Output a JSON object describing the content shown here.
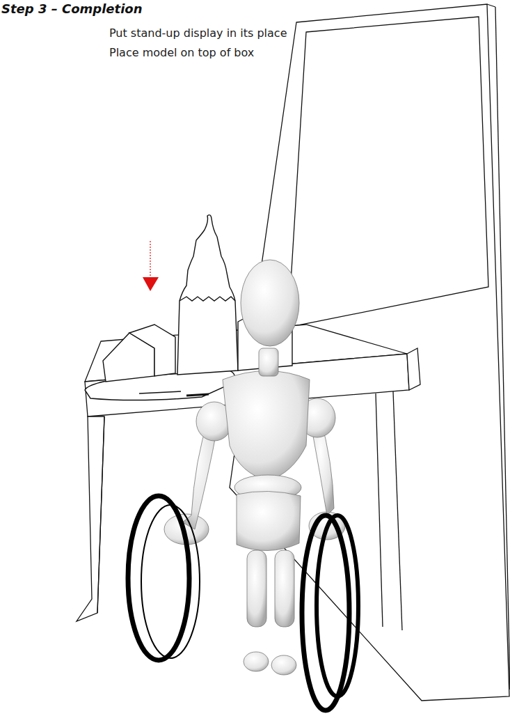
{
  "diagram": {
    "title": "Step 3 – Completion",
    "labels": [
      "Put stand-up display in its place",
      "Place model on top of box"
    ]
  }
}
